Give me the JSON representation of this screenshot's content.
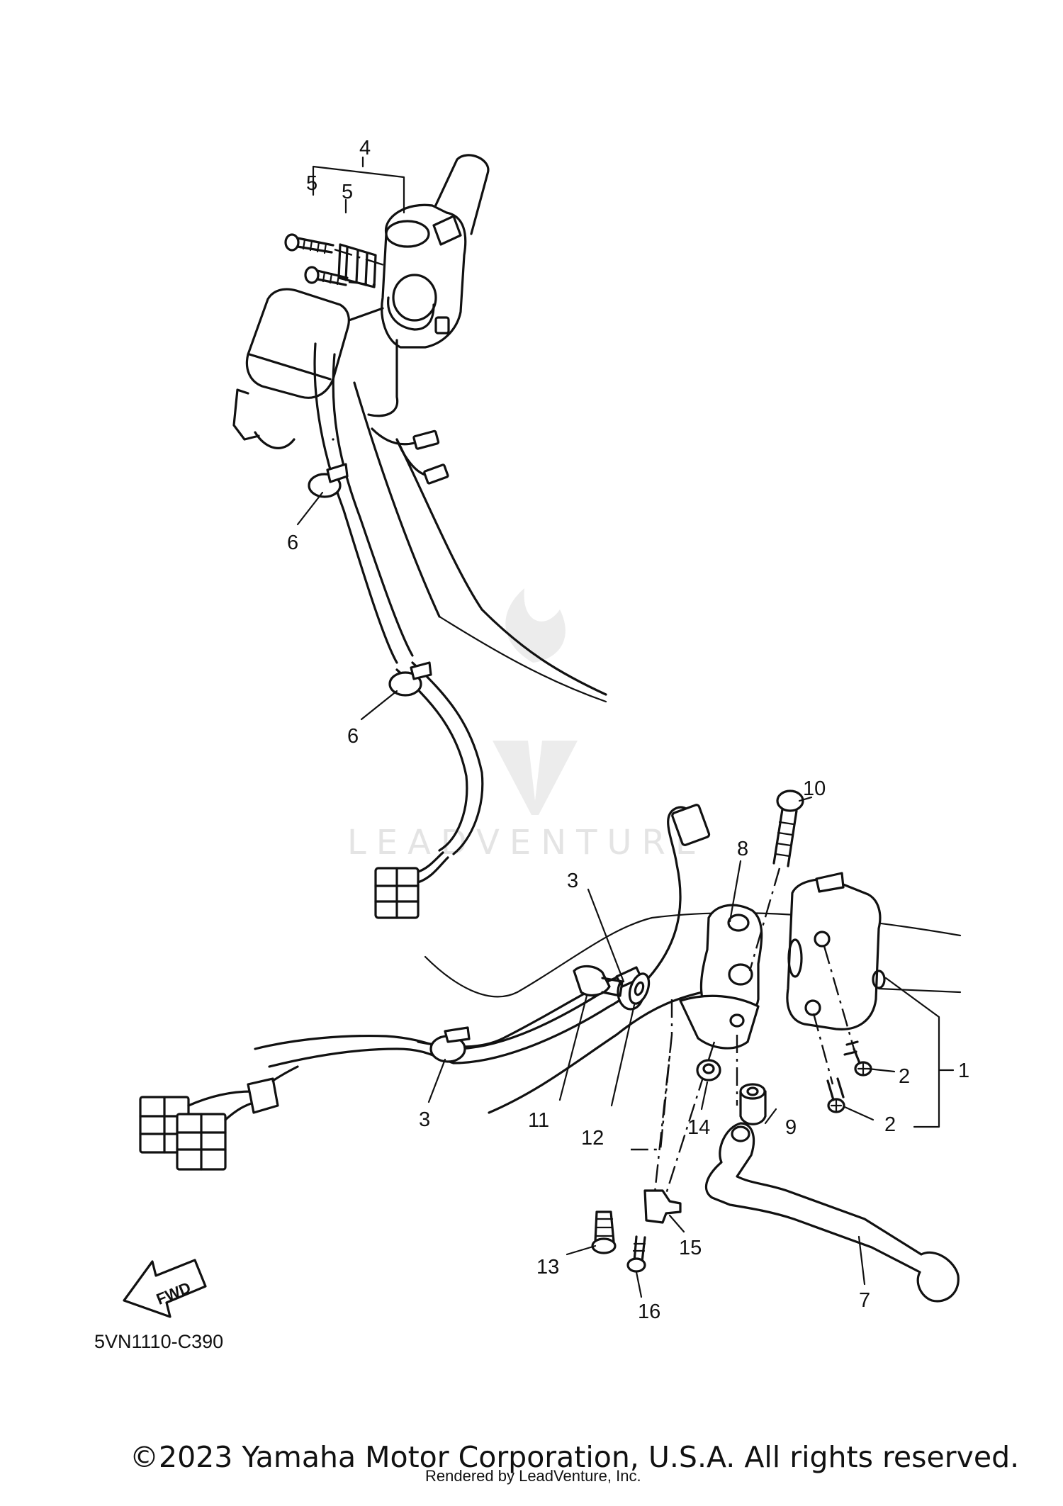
{
  "diagram": {
    "part_numbers": [
      "1",
      "2",
      "2",
      "3",
      "3",
      "4",
      "5",
      "5",
      "6",
      "6",
      "7",
      "8",
      "9",
      "10",
      "11",
      "12",
      "13",
      "14",
      "15",
      "16"
    ],
    "direction_badge": "FWD",
    "diagram_code": "5VN1110-C390",
    "watermark": "LEADVENTURE",
    "copyright": "©2023 Yamaha Motor Corporation, U.S.A. All rights reserved.",
    "rendered_by": "Rendered by LeadVenture, Inc."
  }
}
